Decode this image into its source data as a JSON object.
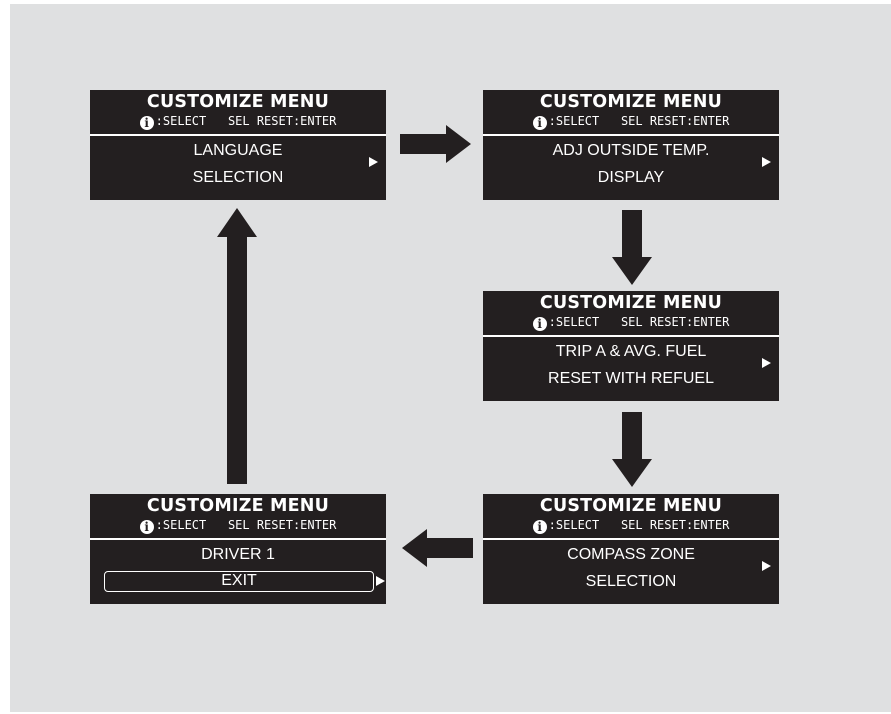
{
  "menu": {
    "title": "CUSTOMIZE MENU",
    "nav_select": ":SELECT",
    "nav_reset": "SEL RESET:ENTER"
  },
  "panels": {
    "language": {
      "line1": "LANGUAGE",
      "line2": "SELECTION"
    },
    "outside_temp": {
      "line1": "ADJ OUTSIDE TEMP.",
      "line2": "DISPLAY"
    },
    "trip_fuel": {
      "line1": "TRIP A & AVG. FUEL",
      "line2": "RESET WITH REFUEL"
    },
    "compass": {
      "line1": "COMPASS ZONE",
      "line2": "SELECTION"
    },
    "driver": {
      "line1": "DRIVER 1",
      "exit_label": "EXIT"
    }
  },
  "icons": {
    "info": "info-icon",
    "next": "right-triangle-icon",
    "flow": "arrow-icon"
  },
  "colors": {
    "panel_bg": "#231f20",
    "panel_text": "#ffffff",
    "background": "#dfe0e1"
  }
}
